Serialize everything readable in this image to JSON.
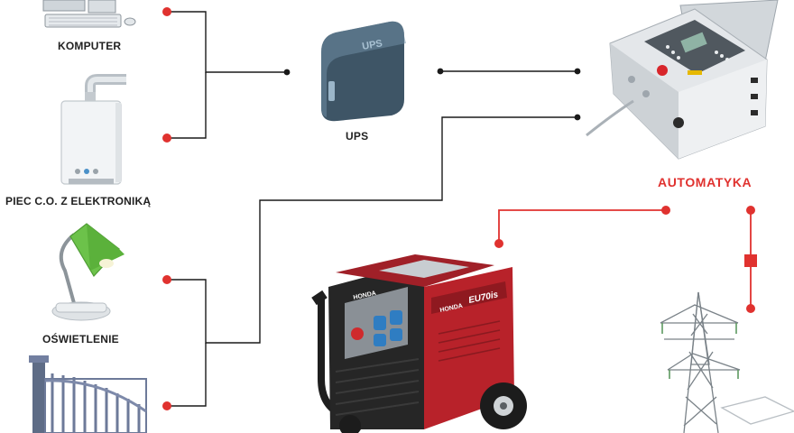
{
  "colors": {
    "connector": "#1a1a1a",
    "automation_link": "#e0322f",
    "accent_red": "#e0322f",
    "generator_red": "#b8222a",
    "generator_black": "#222222",
    "ups_body": "#3e5566",
    "metal": "#d8dde1"
  },
  "labels": {
    "computer": "KOMPUTER",
    "boiler": "PIEC C.O. Z ELEKTRONIKĄ",
    "lighting": "OŚWIETLENIE",
    "ups": "UPS",
    "automation": "AUTOMATYKA"
  },
  "devices": {
    "ups_text": "UPS",
    "generator_brand": "HONDA",
    "generator_model": "EU70is"
  },
  "icons": [
    "computer-icon",
    "boiler-icon",
    "desk-lamp-icon",
    "gate-icon",
    "ups-icon",
    "control-panel-icon",
    "generator-icon",
    "power-pylon-icon"
  ]
}
